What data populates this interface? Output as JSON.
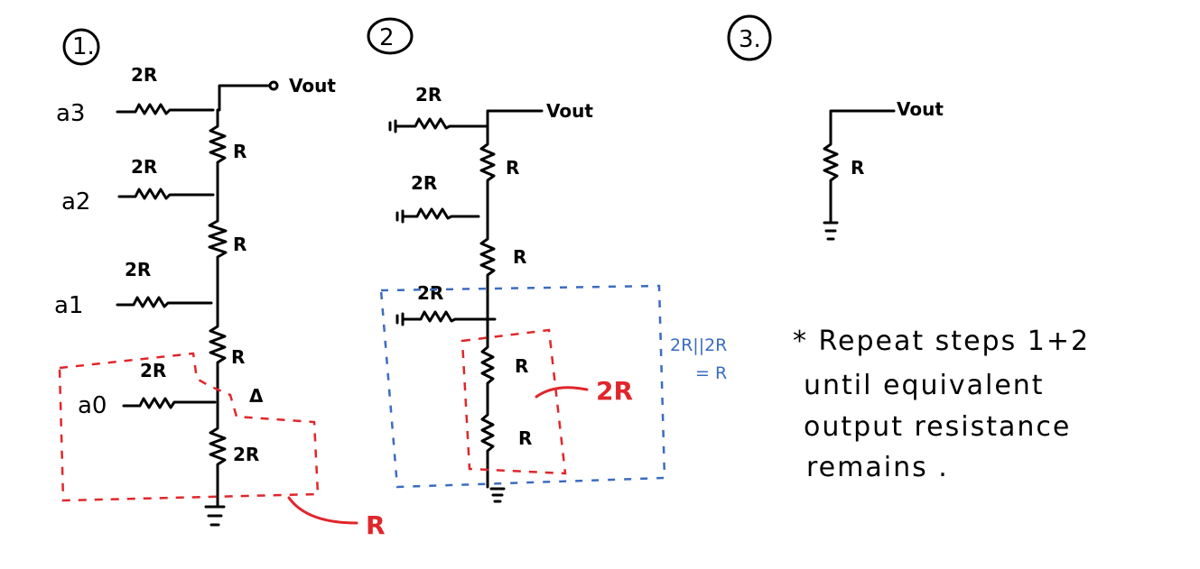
{
  "steps": [
    "1.",
    "2",
    "3."
  ],
  "step1": {
    "vout": "Vout",
    "inputs": [
      "a3",
      "a2",
      "a1",
      "a0"
    ],
    "series_labels": [
      "2R",
      "2R",
      "2R",
      "2R"
    ],
    "shunt_labels": [
      "R",
      "R",
      "R"
    ],
    "bottom_label": "2R",
    "delta": "Δ",
    "equivalent": "R"
  },
  "step2": {
    "vout": "Vout",
    "series_labels": [
      "2R",
      "2R",
      "2R"
    ],
    "shunt_labels": [
      "R",
      "R",
      "R",
      "R"
    ],
    "parallel_note": [
      "2R||2R",
      "= R"
    ],
    "equivalent": "2R"
  },
  "step3": {
    "vout": "Vout",
    "shunt_label": "R"
  },
  "note": [
    "* Repeat steps 1+2",
    "until equivalent",
    "output resistance",
    "remains ."
  ]
}
